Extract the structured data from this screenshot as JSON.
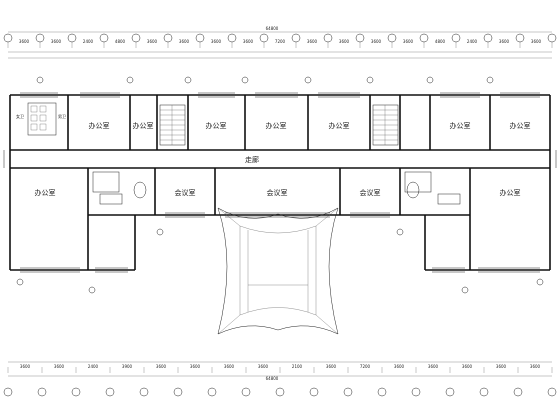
{
  "plan": {
    "top_total_dim": "64800",
    "bottom_total_dim": "64800",
    "top_segment_dims": [
      "3600",
      "3600",
      "2400",
      "4800",
      "3600",
      "3600",
      "3600",
      "3600",
      "7200",
      "3600",
      "3600",
      "3600",
      "3600",
      "4800",
      "2400",
      "3600",
      "3600"
    ],
    "bottom_segment_dims": [
      "3600",
      "3600",
      "2400",
      "3900",
      "3600",
      "3600",
      "3600",
      "3600",
      "2100",
      "3600",
      "7200",
      "3600",
      "3600",
      "3600",
      "3600",
      "3600"
    ],
    "corridor_label": "走廊",
    "rooms_top": [
      "办公室",
      "办公室",
      "办公室",
      "办公室",
      "办公室",
      "办公室",
      "办公室"
    ],
    "rooms_bottom": [
      "办公室",
      "会议室",
      "会议室",
      "会议室",
      "办公室"
    ],
    "toilet_labels": [
      "女卫",
      "男卫"
    ]
  }
}
